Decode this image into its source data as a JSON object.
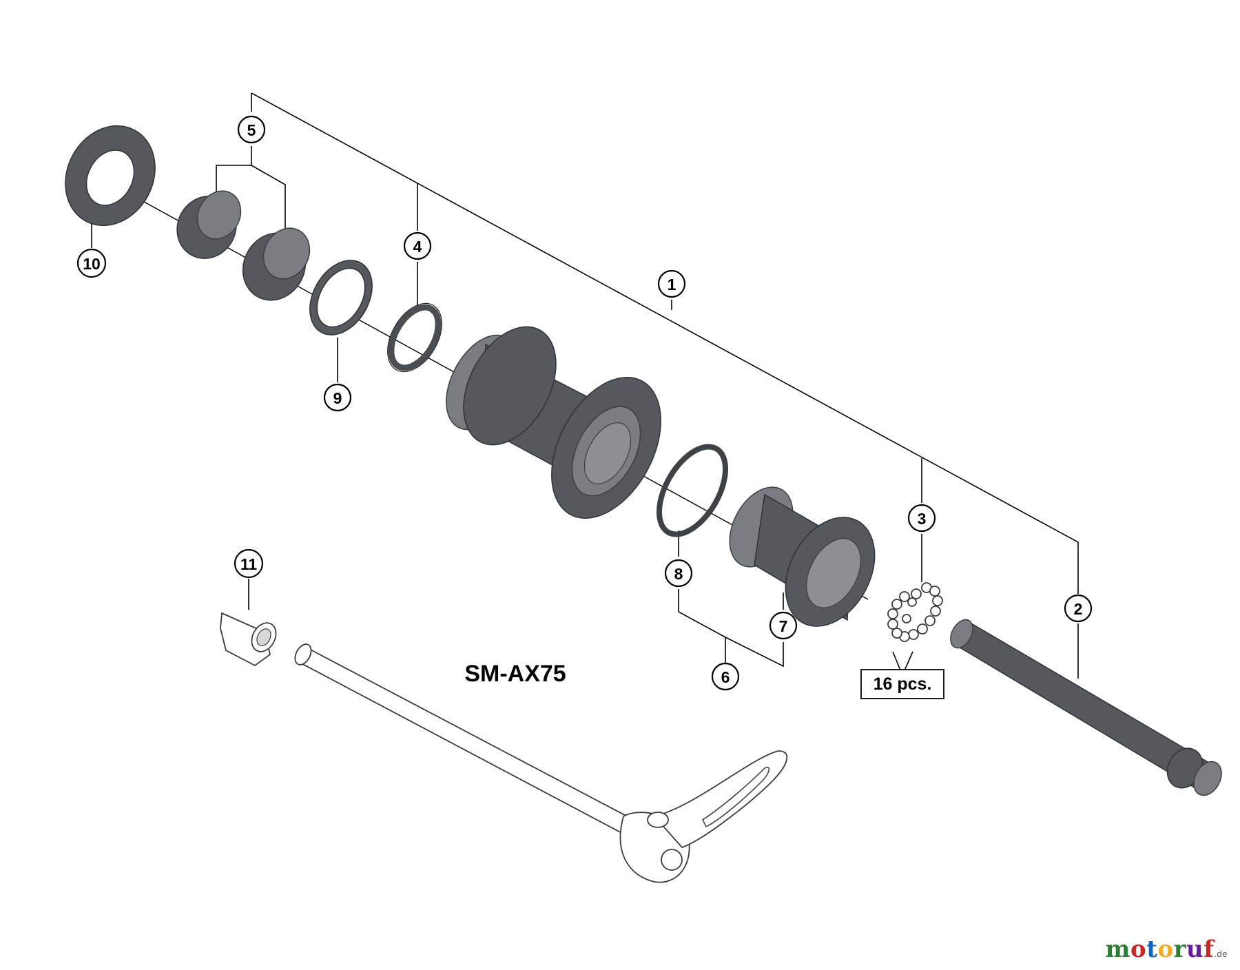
{
  "model": "SM-AX75",
  "quantity_label": "16 pcs.",
  "callouts": {
    "c1": "1",
    "c2": "2",
    "c3": "3",
    "c4": "4",
    "c5": "5",
    "c6": "6",
    "c7": "7",
    "c8": "8",
    "c9": "9",
    "c10": "10",
    "c11": "11"
  },
  "watermark": {
    "name": "motoruf",
    "suffix": ".de",
    "letter_colors": [
      "#2e7d32",
      "#c62828",
      "#1565c0",
      "#f9a825",
      "#2e7d32",
      "#6a1b9a",
      "#c62828"
    ]
  }
}
